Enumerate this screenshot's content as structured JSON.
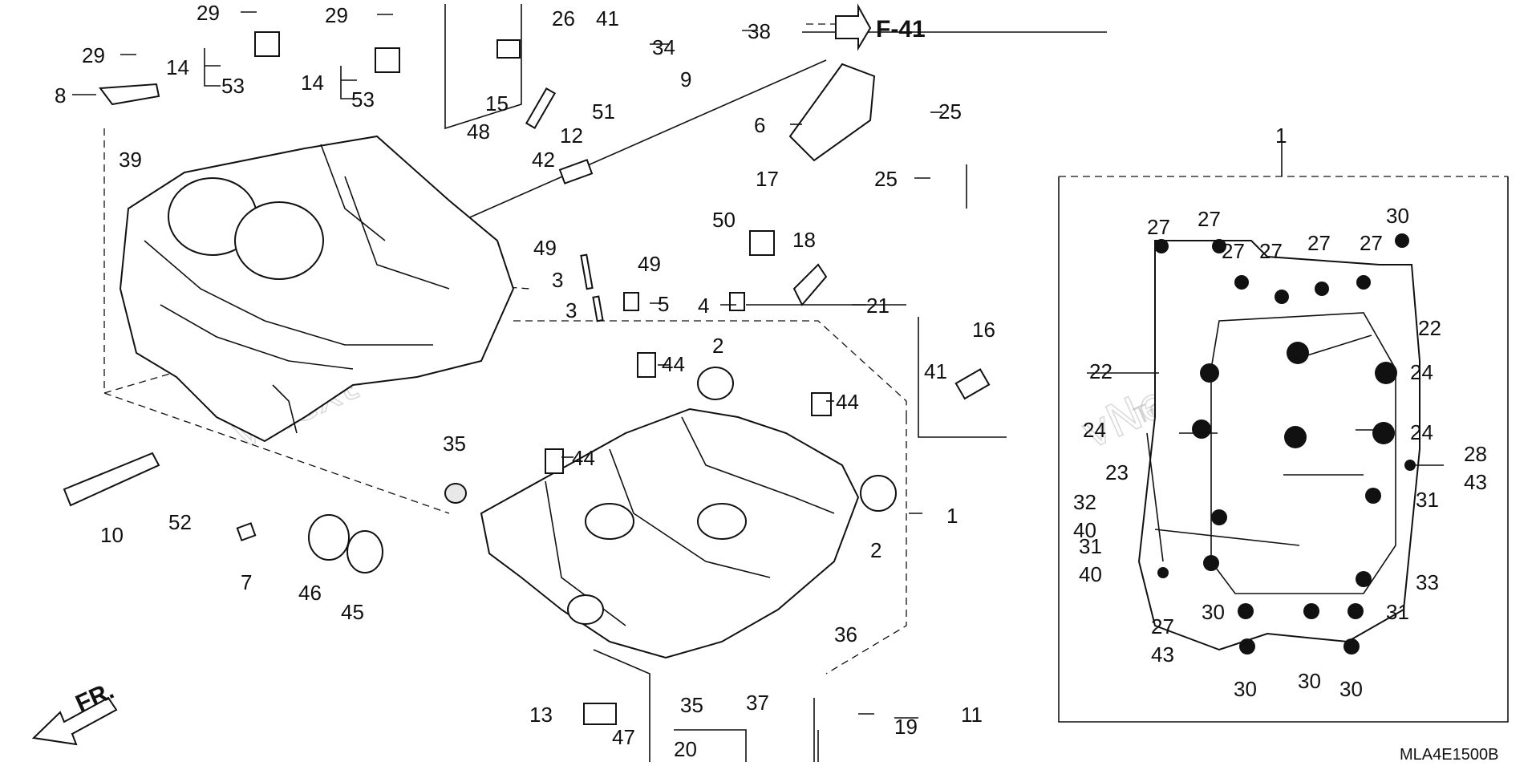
{
  "diagram": {
    "ref_code": "MLA4E1500B",
    "section_ref": "F-41",
    "direction_label": "FR.",
    "watermark": {
      "brand": "vNext",
      "subtitle": "Technologies"
    },
    "callouts": {
      "n29a": "29",
      "n29b": "29",
      "n29c": "29",
      "n26": "26",
      "n41a": "41",
      "n34": "34",
      "n38": "38",
      "n14a": "14",
      "n53a": "53",
      "n14b": "14",
      "n53b": "53",
      "n8": "8",
      "n9": "9",
      "n15": "15",
      "n48": "48",
      "n25a": "25",
      "n25b": "25",
      "n6": "6",
      "n12": "12",
      "n51": "51",
      "n42": "42",
      "n39": "39",
      "n17": "17",
      "n50": "50",
      "n18": "18",
      "n21": "21",
      "n49a": "49",
      "n49b": "49",
      "n3a": "3",
      "n3b": "3",
      "n5": "5",
      "n4": "4",
      "n2a": "2",
      "n2b": "2",
      "n44a": "44",
      "n44b": "44",
      "n44c": "44",
      "n16": "16",
      "n41b": "41",
      "n35a": "35",
      "n35b": "35",
      "n1a": "1",
      "n1b": "1",
      "n10": "10",
      "n52": "52",
      "n7": "7",
      "n46": "46",
      "n45": "45",
      "n36": "36",
      "n37": "37",
      "n13": "13",
      "n47": "47",
      "n20": "20",
      "n19": "19",
      "n11": "11",
      "r27a": "27",
      "r27b": "27",
      "r27c": "27",
      "r27d": "27",
      "r27e": "27",
      "r27f": "27",
      "r30a": "30",
      "r22a": "22",
      "r22b": "22",
      "r24a": "24",
      "r24b": "24",
      "r24c": "24",
      "r23": "23",
      "r28": "28",
      "r43a": "43",
      "r32": "32",
      "r40a": "40",
      "r31a": "31",
      "r31b": "31",
      "r40b": "40",
      "r33": "33",
      "r27g": "27",
      "r43b": "43",
      "r30b": "30",
      "r31c": "31",
      "r30c": "30",
      "r30d": "30",
      "r30e": "30"
    }
  },
  "colors": {
    "line": "#111111",
    "background": "#ffffff",
    "watermark": "#b5b5b5"
  }
}
